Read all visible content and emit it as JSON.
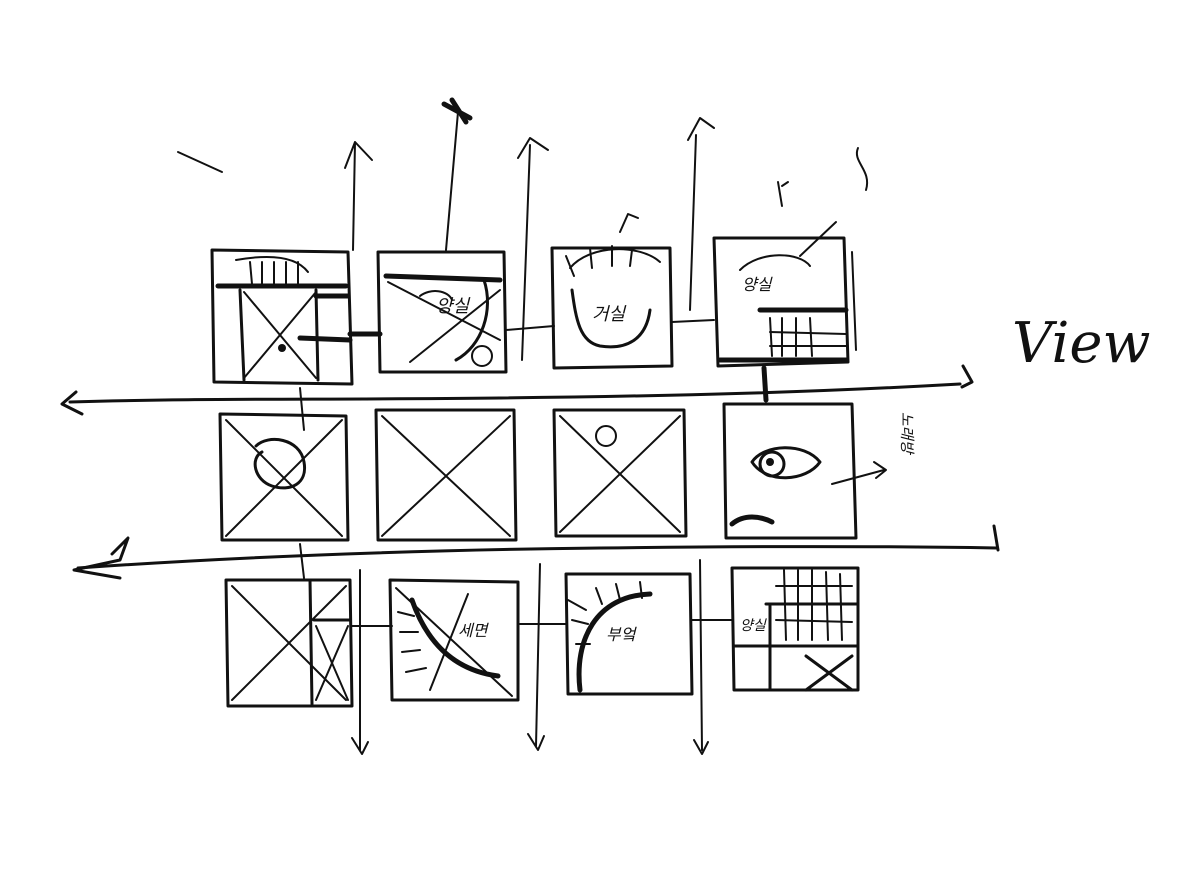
{
  "labels": {
    "view": "View",
    "room_a": "양실",
    "room_b": "거실",
    "room_c": "양실",
    "room_d": "세면",
    "room_e": "부엌",
    "room_f": "양실",
    "note_right": "노래방"
  },
  "colors": {
    "ink": "#111111",
    "paper": "#ffffff"
  }
}
